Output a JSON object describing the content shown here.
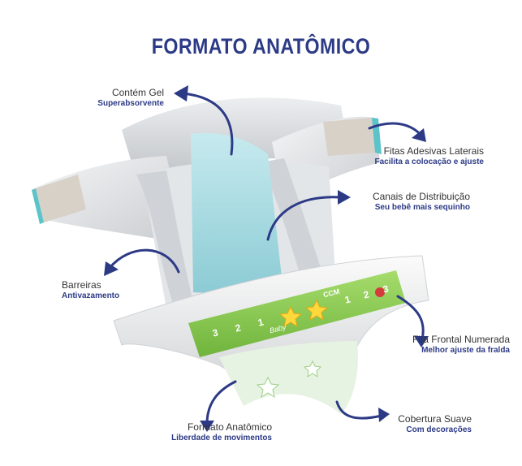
{
  "title": "FORMATO ANATÔMICO",
  "colors": {
    "navy": "#2c3a86",
    "text": "#333333",
    "gel": "#a9dbe0",
    "green": "#8fcf56"
  },
  "callouts": [
    {
      "main": "Contém Gel",
      "sub": "Superabsorvente"
    },
    {
      "main": "Fitas Adesivas Laterais",
      "sub": "Facilita a colocação e ajuste"
    },
    {
      "main": "Canais de Distribuição",
      "sub": "Seu bebê mais sequinho"
    },
    {
      "main": "Barreiras",
      "sub": "Antivazamento"
    },
    {
      "main": "Fita Frontal Numerada",
      "sub": "Melhor ajuste da fralda"
    },
    {
      "main": "Cobertura Suave",
      "sub": "Com decorações"
    },
    {
      "main": "Formato Anatômico",
      "sub": "Liberdade de movimentos"
    }
  ],
  "tape": {
    "numbers": [
      "3",
      "2",
      "1",
      "1",
      "2",
      "3"
    ],
    "brand": "CCM",
    "tagline": "Baby"
  }
}
